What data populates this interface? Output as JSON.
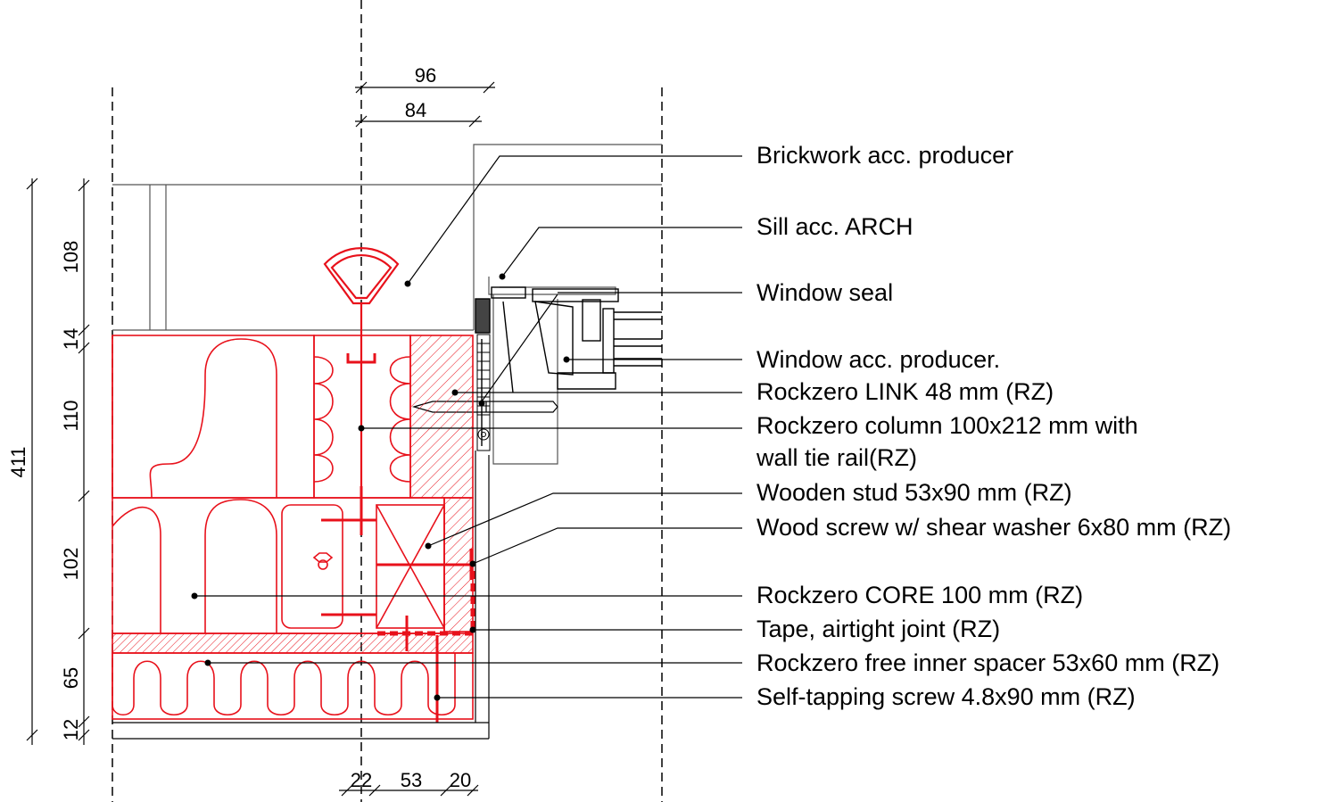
{
  "labels": {
    "brickwork": "Brickwork acc. producer",
    "sill": "Sill acc. ARCH",
    "window_seal": "Window seal",
    "window": "Window acc. producer.",
    "link": "Rockzero LINK 48 mm (RZ)",
    "column_line1": "Rockzero column 100x212  mm with",
    "column_line2": "wall tie rail(RZ)",
    "stud": "Wooden stud 53x90 mm (RZ)",
    "wood_screw": "Wood screw w/ shear washer 6x80 mm (RZ)",
    "core": "Rockzero CORE 100 mm (RZ)",
    "tape": "Tape, airtight joint (RZ)",
    "spacer": "Rockzero free inner spacer 53x60 mm (RZ)",
    "self_tapping": "Self-tapping screw 4.8x90 mm (RZ)"
  },
  "dimensions": {
    "top_96": "96",
    "top_84": "84",
    "total_411": "411",
    "v_108": "108",
    "v_14": "14",
    "v_110": "110",
    "v_102": "102",
    "v_65": "65",
    "v_12": "12",
    "b_22": "22",
    "b_53": "53",
    "b_20": "20"
  },
  "colors": {
    "rockzero": "#e8111b",
    "line": "#000000",
    "gray": "#555555"
  }
}
